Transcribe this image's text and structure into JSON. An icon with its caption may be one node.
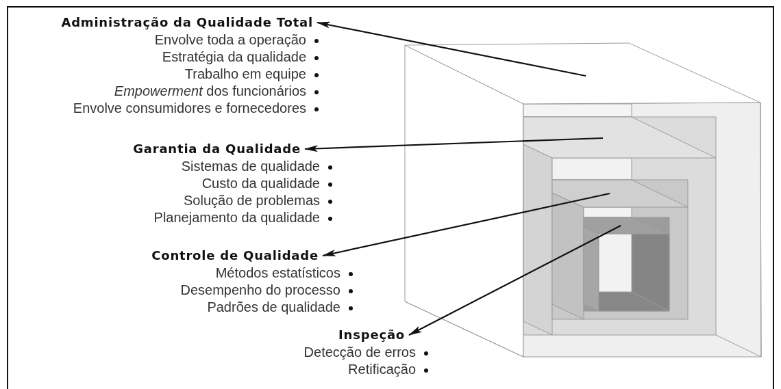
{
  "diagram": {
    "nodes": [
      {
        "text": [
          "Administração da Qualidade Total",
          "Envolve toda a operação",
          "Estratégia da qualidade",
          "Trabalho em equipe",
          "*Empowerment* dos funcionários",
          "Envolve consumidores e fornecedores"
        ]
      },
      {
        "text": [
          "Garantia da Qualidade",
          "Sistemas de qualidade",
          "Custo da qualidade",
          "Solução de problemas",
          "Planejamento da qualidade"
        ]
      },
      {
        "text": [
          "Controle de Qualidade",
          "Métodos estatísticos",
          "Desempenho do processo",
          "Padrões de qualidade"
        ]
      },
      {
        "text": [
          "Inspeção",
          "Detecção de erros",
          "Retificação"
        ]
      },
      {
        "text": [],
        "shape": "box"
      },
      {
        "text": [],
        "shape": "box",
        "in": 4
      },
      {
        "text": [],
        "shape": "box",
        "in": 5
      },
      {
        "text": [],
        "shape": "box",
        "in": 6
      }
    ],
    "edges": [
      {
        "from": 4,
        "to": 0,
        "arrow": "to"
      },
      {
        "from": 5,
        "to": 1,
        "arrow": "to"
      },
      {
        "from": 6,
        "to": 2,
        "arrow": "to"
      },
      {
        "from": 7,
        "to": 3,
        "arrow": "to"
      }
    ]
  }
}
